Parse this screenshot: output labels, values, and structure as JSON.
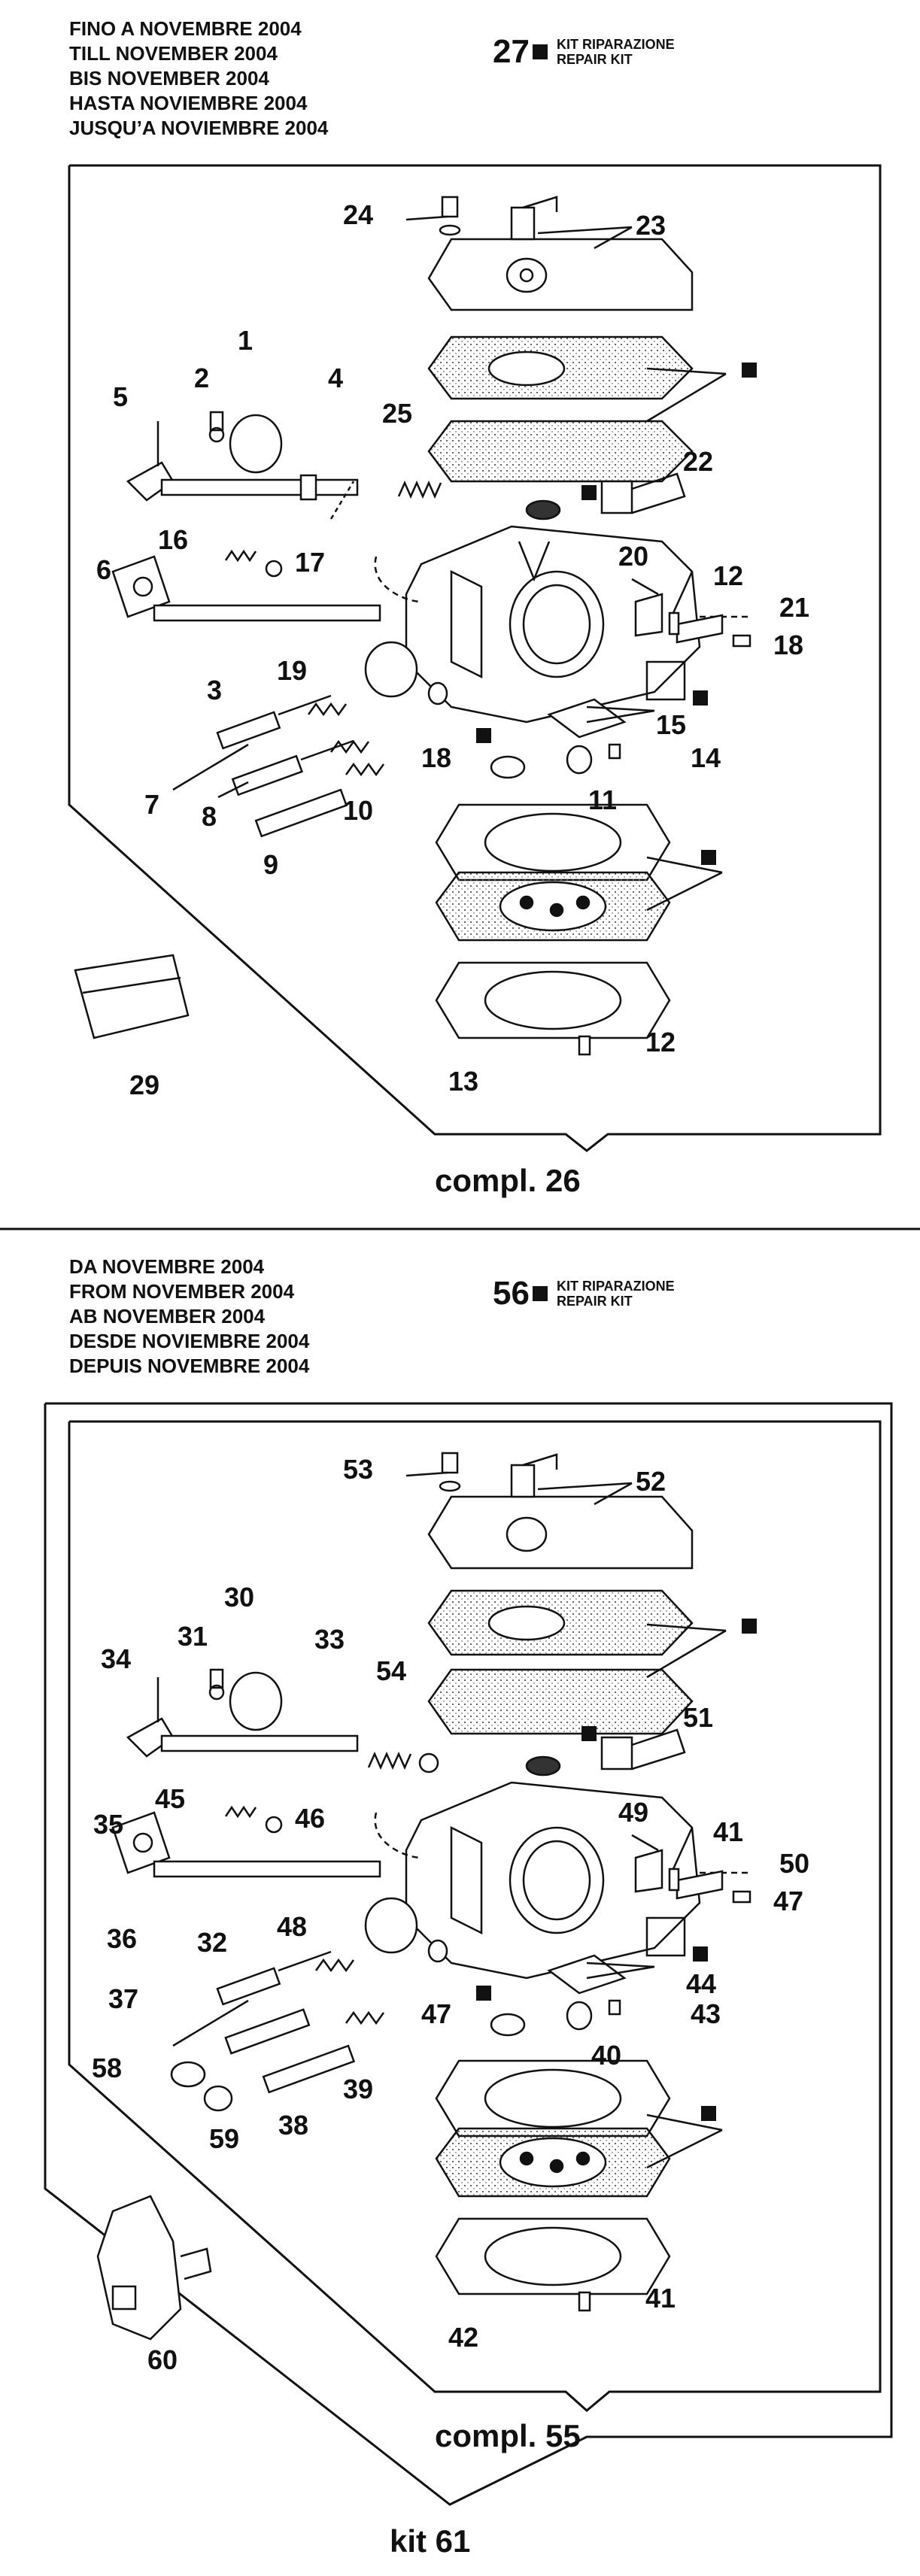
{
  "section1": {
    "header": [
      "FINO A NOVEMBRE 2004",
      "TILL NOVEMBER 2004",
      "BIS NOVEMBER 2004",
      "HASTA NOVIEMBRE 2004",
      "JUSQU’A NOVIEMBRE 2004"
    ],
    "kit_number": "27",
    "kit_text": [
      "KIT RIPARAZIONE",
      "REPAIR KIT"
    ],
    "compl_label": "compl. 26",
    "labels": [
      "1",
      "2",
      "3",
      "4",
      "5",
      "6",
      "7",
      "8",
      "9",
      "10",
      "11",
      "12",
      "12",
      "13",
      "14",
      "15",
      "16",
      "17",
      "18",
      "18",
      "19",
      "20",
      "21",
      "22",
      "23",
      "24",
      "25",
      "29"
    ]
  },
  "section2": {
    "header": [
      "DA NOVEMBRE 2004",
      "FROM NOVEMBER 2004",
      "AB NOVEMBER 2004",
      "DESDE NOVIEMBRE 2004",
      "DEPUIS NOVEMBRE 2004"
    ],
    "kit_number": "56",
    "kit_text": [
      "KIT RIPARAZIONE",
      "REPAIR KIT"
    ],
    "compl_label": "compl. 55",
    "kit_label": "kit 61",
    "labels": [
      "30",
      "31",
      "32",
      "33",
      "34",
      "35",
      "36",
      "37",
      "38",
      "39",
      "40",
      "41",
      "41",
      "42",
      "43",
      "44",
      "45",
      "46",
      "47",
      "47",
      "48",
      "49",
      "50",
      "51",
      "52",
      "53",
      "54",
      "58",
      "59",
      "60"
    ]
  }
}
